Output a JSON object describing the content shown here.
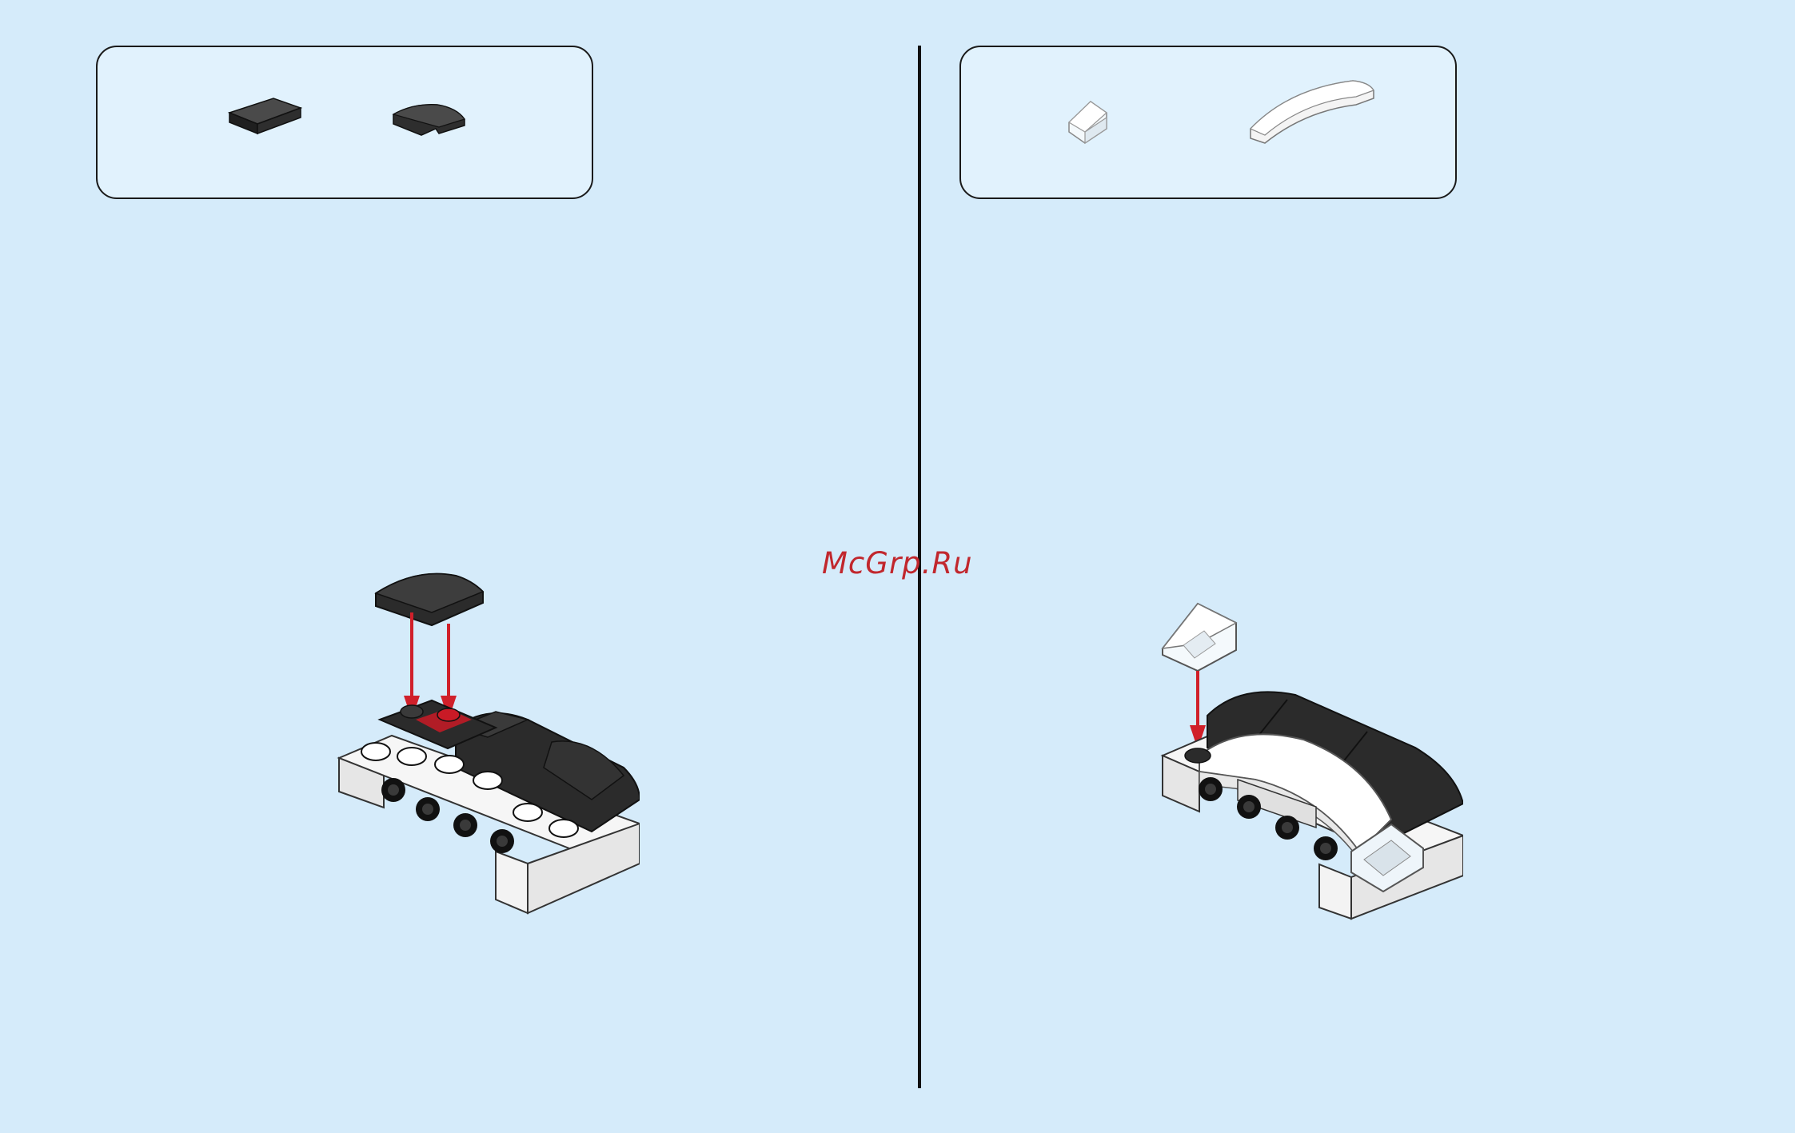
{
  "watermark": {
    "text": "McGrp.Ru"
  },
  "steps": [
    {
      "id": "left",
      "parts": [
        {
          "name": "black-tile-1x2-icon",
          "color": "#2b2b2b"
        },
        {
          "name": "black-curved-slope-1x2-icon",
          "color": "#2b2b2b"
        }
      ]
    },
    {
      "id": "right",
      "parts": [
        {
          "name": "trans-clear-slope-1x1-icon",
          "color": "#eef5fa"
        },
        {
          "name": "white-curved-slope-1x4-icon",
          "color": "#f4f4f4"
        }
      ]
    }
  ],
  "colors": {
    "background": "#d5ebfa",
    "box": "#e1f2fd",
    "arrow": "#d0202a",
    "brick_black": "#2b2b2b",
    "brick_white": "#f4f4f4"
  }
}
